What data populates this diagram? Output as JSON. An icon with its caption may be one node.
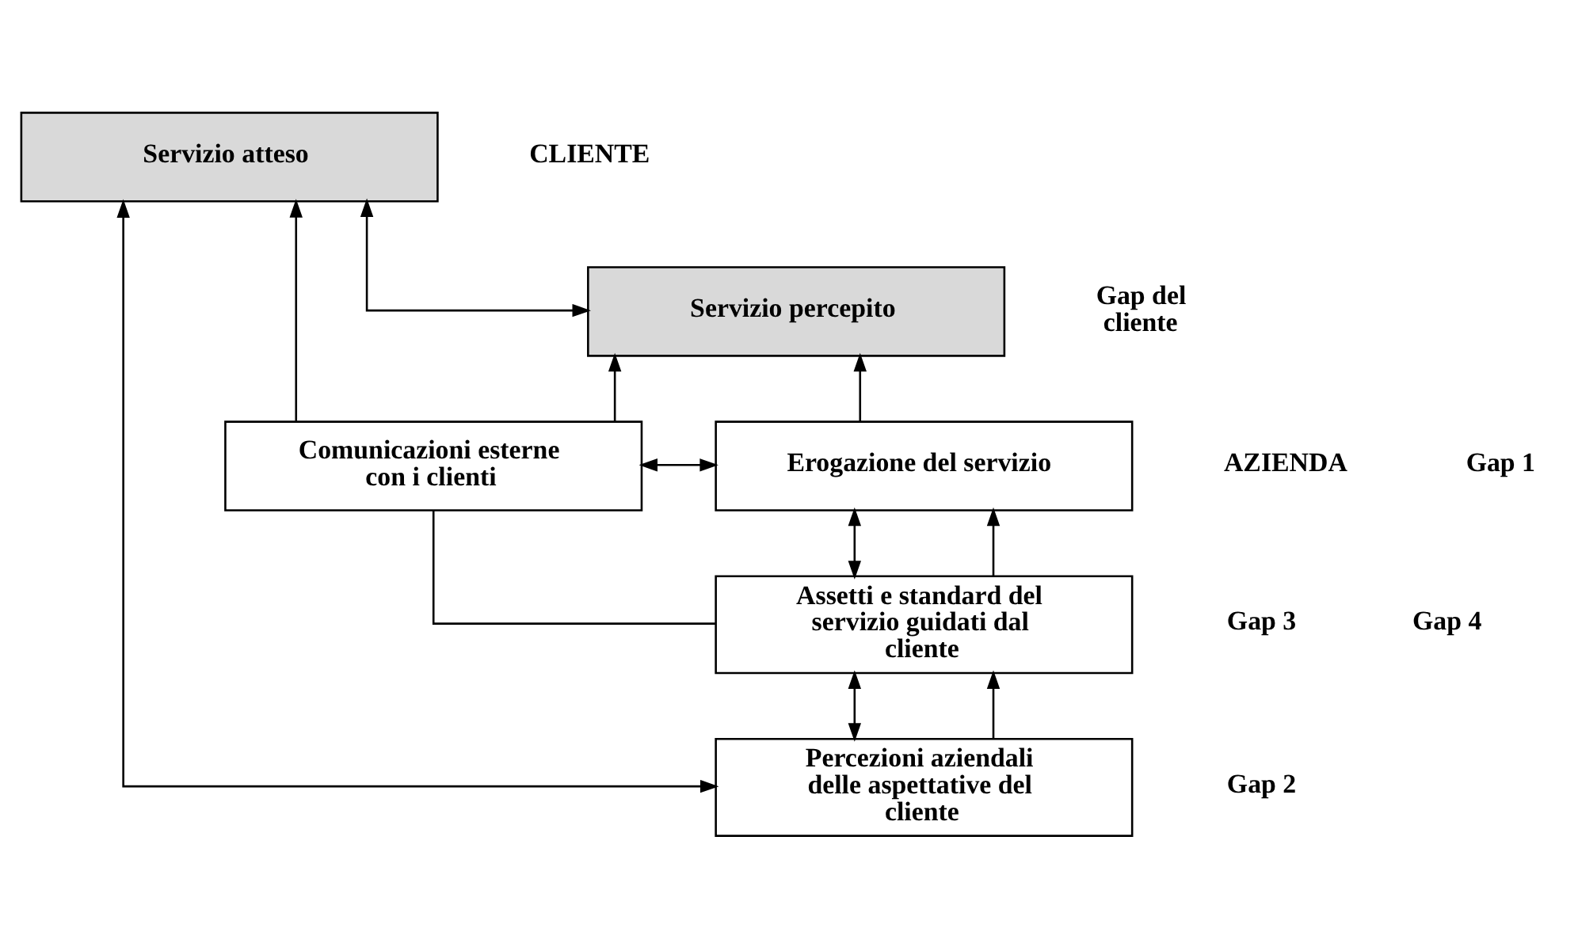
{
  "diagram": {
    "nodes": [
      {
        "text": [
          "Servizio atteso"
        ]
      },
      {
        "text": [
          "Servizio percepito"
        ]
      },
      {
        "text": [
          "Erogazione del servizio"
        ]
      },
      {
        "text": [
          "Comunicazioni esterne con i clienti"
        ]
      },
      {
        "text": [
          "Assetti e standard del servizio guidati dal cliente"
        ]
      },
      {
        "text": [
          "Percezioni aziendali delle aspettative del cliente"
        ]
      }
    ],
    "edges": [
      {
        "from": 0,
        "to": 1,
        "arrow": "both"
      },
      {
        "from": 2,
        "to": 1,
        "arrow": "to"
      },
      {
        "from": 3,
        "to": 0,
        "arrow": "to"
      },
      {
        "from": 3,
        "to": 1,
        "arrow": "to"
      },
      {
        "from": 2,
        "to": 3,
        "arrow": "both"
      },
      {
        "from": 4,
        "to": 2,
        "arrow": "both"
      },
      {
        "from": 4,
        "to": 2,
        "arrow": "to"
      },
      {
        "from": 3,
        "to": 4,
        "arrow": "none"
      },
      {
        "from": 5,
        "to": 4,
        "arrow": "both"
      },
      {
        "from": 5,
        "to": 4,
        "arrow": "to"
      },
      {
        "from": 5,
        "to": 0,
        "arrow": "both"
      }
    ],
    "labels": [
      "CLIENTE",
      "Gap del cliente",
      "AZIENDA",
      "Gap 1",
      "Gap 3",
      "Gap 4",
      "Gap 2"
    ]
  }
}
